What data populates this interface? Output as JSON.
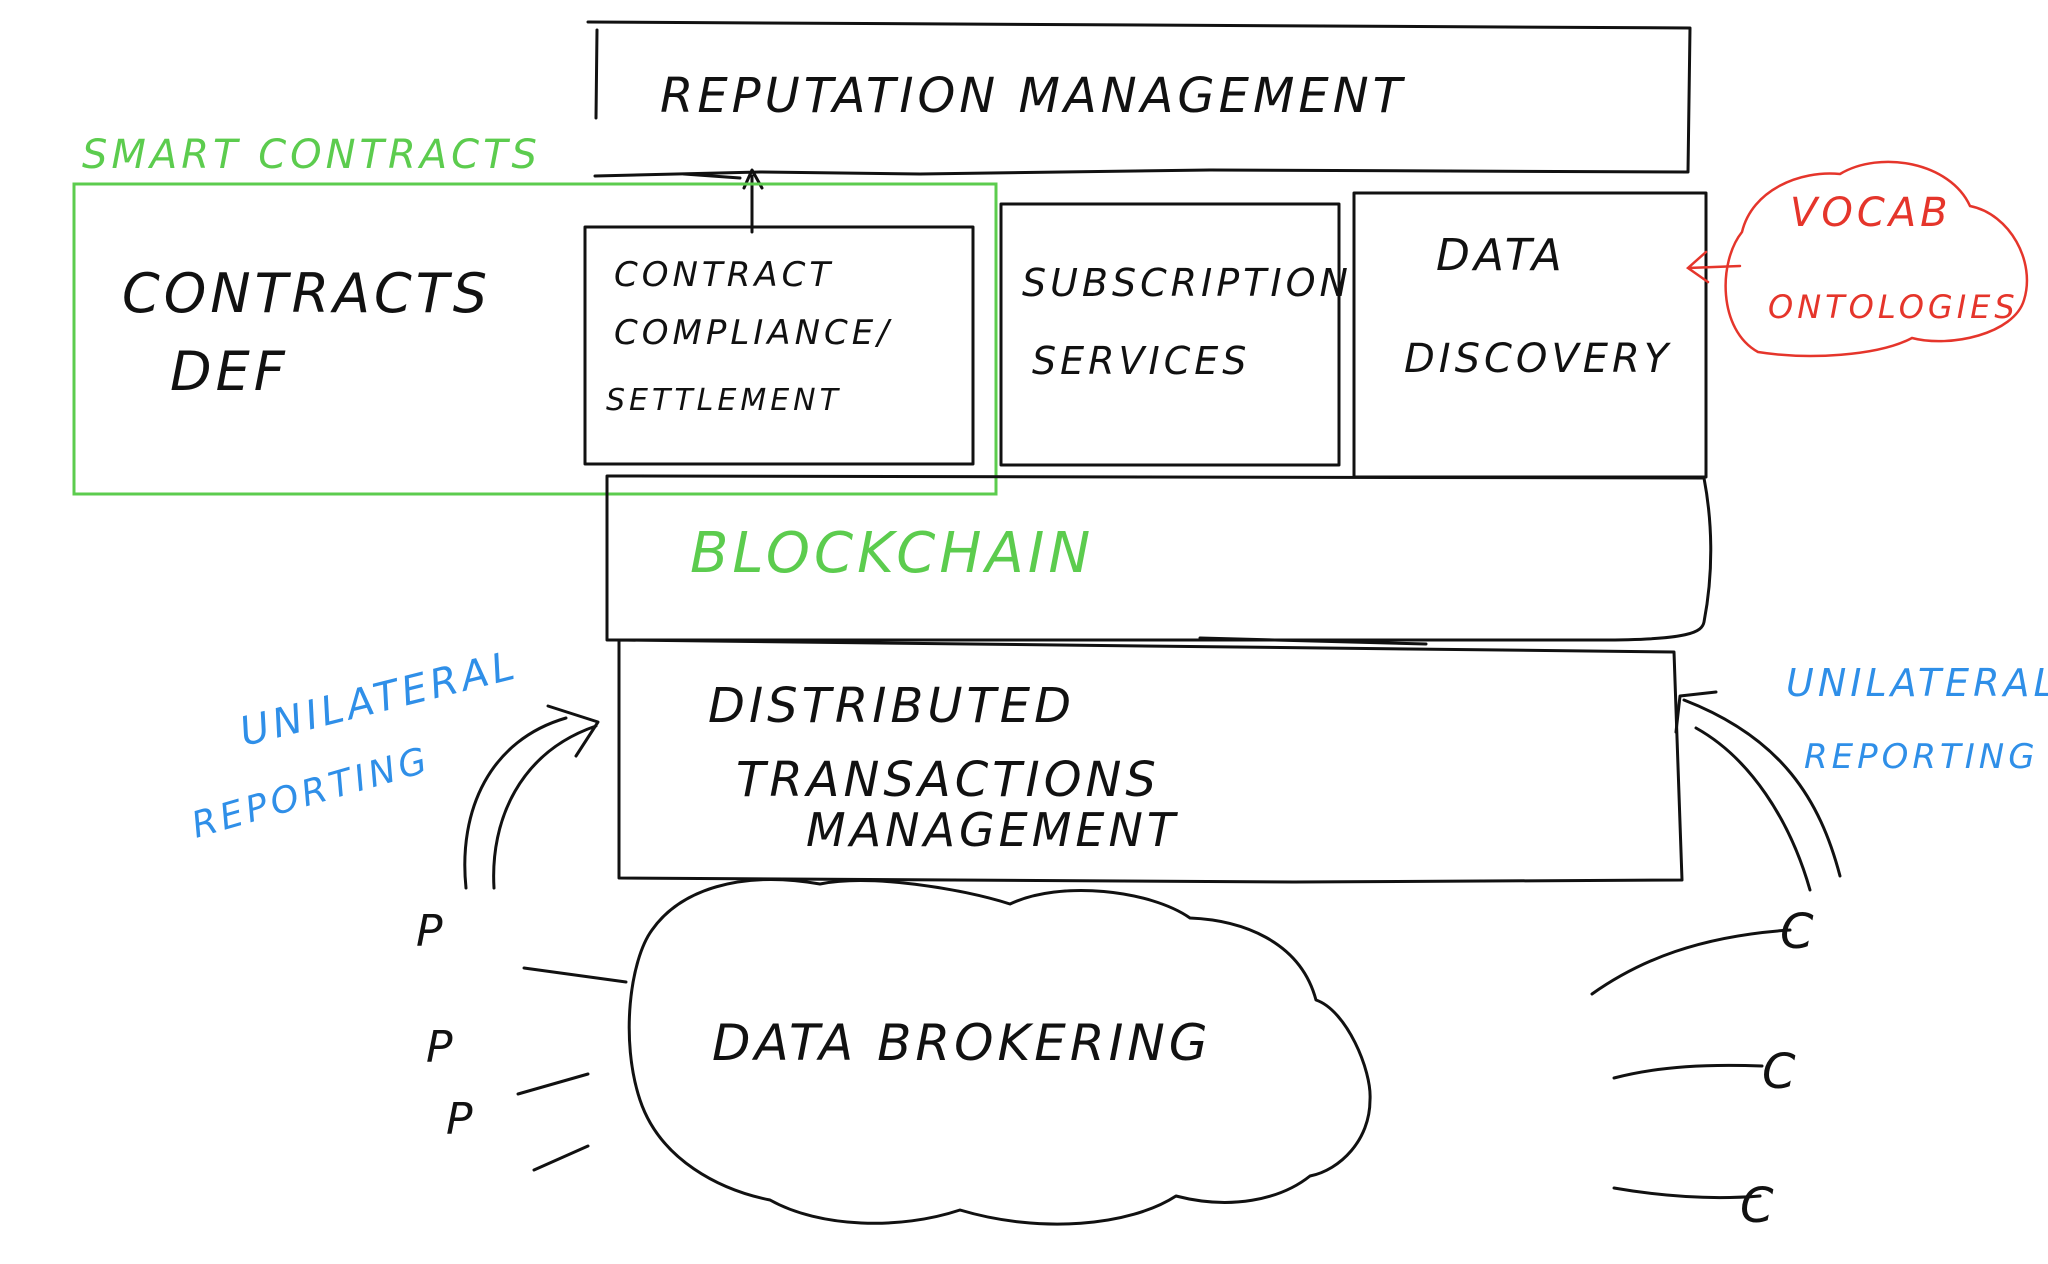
{
  "diagram": {
    "layers": {
      "reputation": "REPUTATION MANAGEMENT",
      "contracts_def_line1": "CONTRACTS",
      "contracts_def_line2": "DEF",
      "compliance_line1": "CONTRACT",
      "compliance_line2": "COMPLIANCE/",
      "compliance_line3": "SETTLEMENT",
      "subscription_line1": "SUBSCRIPTION",
      "subscription_line2": "SERVICES",
      "discovery_line1": "DATA",
      "discovery_line2": "DISCOVERY",
      "blockchain": "BLOCKCHAIN",
      "distributed_line1": "DISTRIBUTED",
      "distributed_line2": "TRANSACTIONS",
      "distributed_line3": "MANAGEMENT",
      "brokering": "DATA BROKERING"
    },
    "annotations": {
      "smart_contracts": "SMART CONTRACTS",
      "vocab_line1": "VOCAB",
      "vocab_line2": "ONTOLOGIES",
      "left_reporting_line1": "UNILATERAL",
      "left_reporting_line2": "REPORTING",
      "right_reporting_line1": "UNILATERAL",
      "right_reporting_line2": "REPORTING"
    },
    "participants": {
      "left": [
        "P",
        "P",
        "P"
      ],
      "right": [
        "C",
        "C",
        "C"
      ]
    },
    "colors": {
      "ink": "#111111",
      "smart_contracts": "#5ccc4e",
      "vocab": "#e5352b",
      "reporting": "#2f8fe8"
    }
  }
}
